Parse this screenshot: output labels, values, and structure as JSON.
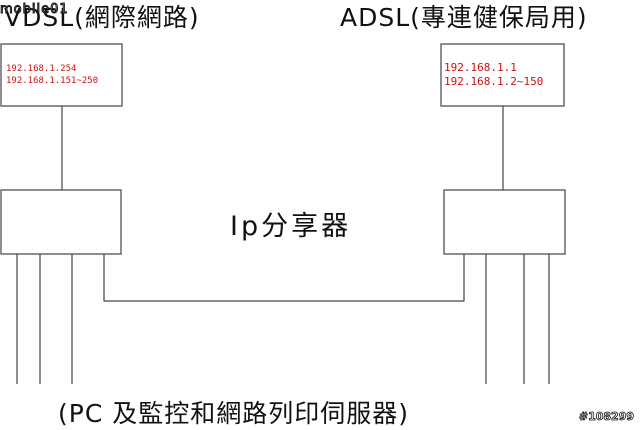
{
  "watermark": {
    "logo": "mobile01",
    "id": "#108299"
  },
  "left_modem": {
    "title": "VDSL(網際網路)",
    "ips": [
      "192.168.1.254",
      "192.168.1.151~250"
    ]
  },
  "right_modem": {
    "title": "ADSL(專連健保局用)",
    "ips": [
      "192.168.1.1",
      "192.168.1.2~150"
    ]
  },
  "router": {
    "label": "Ip分享器"
  },
  "footer": {
    "label": "(PC 及監控和網路列印伺服器)"
  },
  "colors": {
    "line": "#444444",
    "ip_text": "#cc1111"
  }
}
